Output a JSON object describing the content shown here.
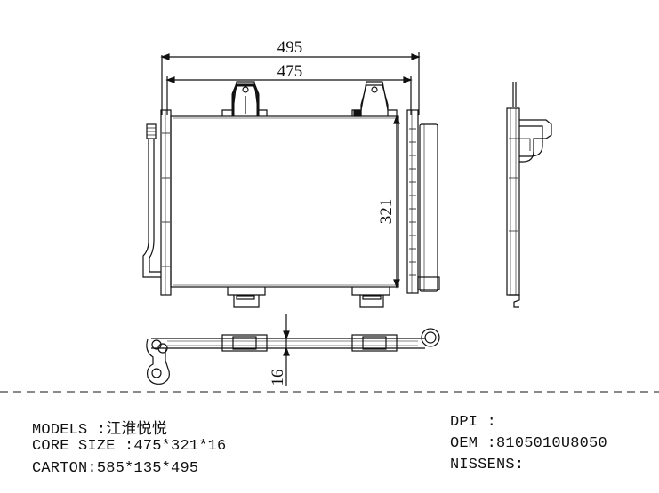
{
  "drawing": {
    "dimensions": {
      "overall_width": "495",
      "core_width": "475",
      "core_height": "321",
      "core_thickness": "16"
    }
  },
  "specs": {
    "models_label": "MODELS",
    "models_value": ":江淮悦悦",
    "core_size_label": "CORE SIZE",
    "core_size_value": ":475*321*16",
    "carton_label": "CARTON",
    "carton_value": ":585*135*495",
    "dpi_label": "DPI",
    "dpi_value": ":",
    "oem_label": "OEM",
    "oem_value": ":8105010U8050",
    "nissens_label": "NISSENS",
    "nissens_value": ":"
  }
}
